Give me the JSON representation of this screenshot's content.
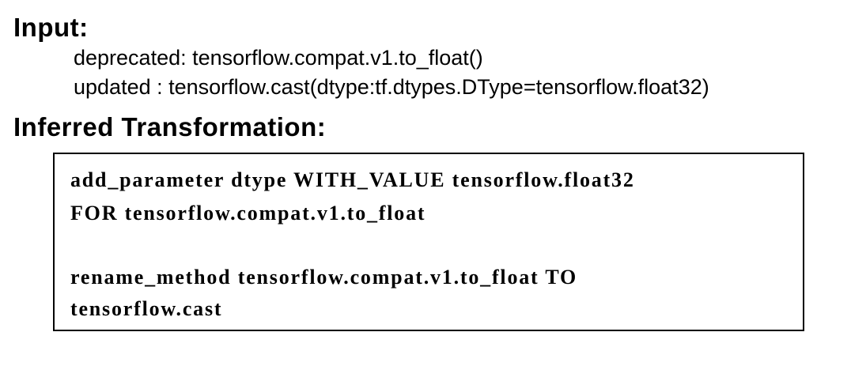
{
  "input": {
    "heading": "Input:",
    "deprecated": "deprecated: tensorflow.compat.v1.to_float()",
    "updated": "updated : tensorflow.cast(dtype:tf.dtypes.DType=tensorflow.float32)"
  },
  "transformation": {
    "heading": "Inferred Transformation:",
    "lines": [
      "add_parameter dtype WITH_VALUE tensorflow.float32",
      "FOR tensorflow.compat.v1.to_float",
      "rename_method tensorflow.compat.v1.to_float TO",
      "tensorflow.cast"
    ]
  }
}
